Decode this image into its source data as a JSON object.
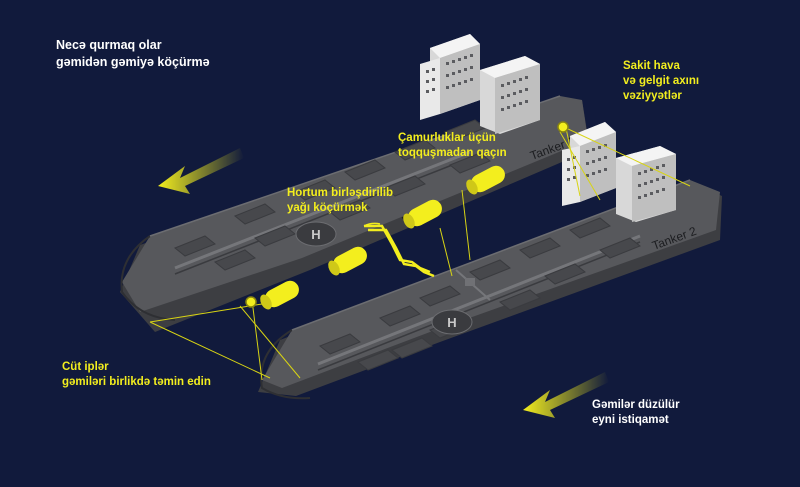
{
  "title": {
    "line1": "Necə qurmaq olar",
    "line2": "gəmidən gəmiyə köçürmə"
  },
  "labels": {
    "weather": {
      "line1": "Sakit hava",
      "line2": "və gelgit axını",
      "line3": "vəziyyətlər"
    },
    "fenders": {
      "line1": "Çamurluklar üçün",
      "line2": "toqquşmadan qaçın"
    },
    "hose": {
      "line1": "Hortum birləşdirilib",
      "line2": "yağı köçürmək"
    },
    "ropes": {
      "line1": "Cüt iplər",
      "line2": "gəmiləri birlikdə təmin edin"
    },
    "direction": {
      "line1": "Gəmilər düzülür",
      "line2": "eyni istiqamət"
    }
  },
  "ships": {
    "tanker1": "Tanker 1",
    "tanker2": "Tanker 2",
    "helipad": "H"
  },
  "colors": {
    "background": "#111a3c",
    "accent": "#f3ee1e",
    "hull": "#4a4b4f",
    "deck": "#5a5b5f",
    "building": "#e9e9e9"
  }
}
